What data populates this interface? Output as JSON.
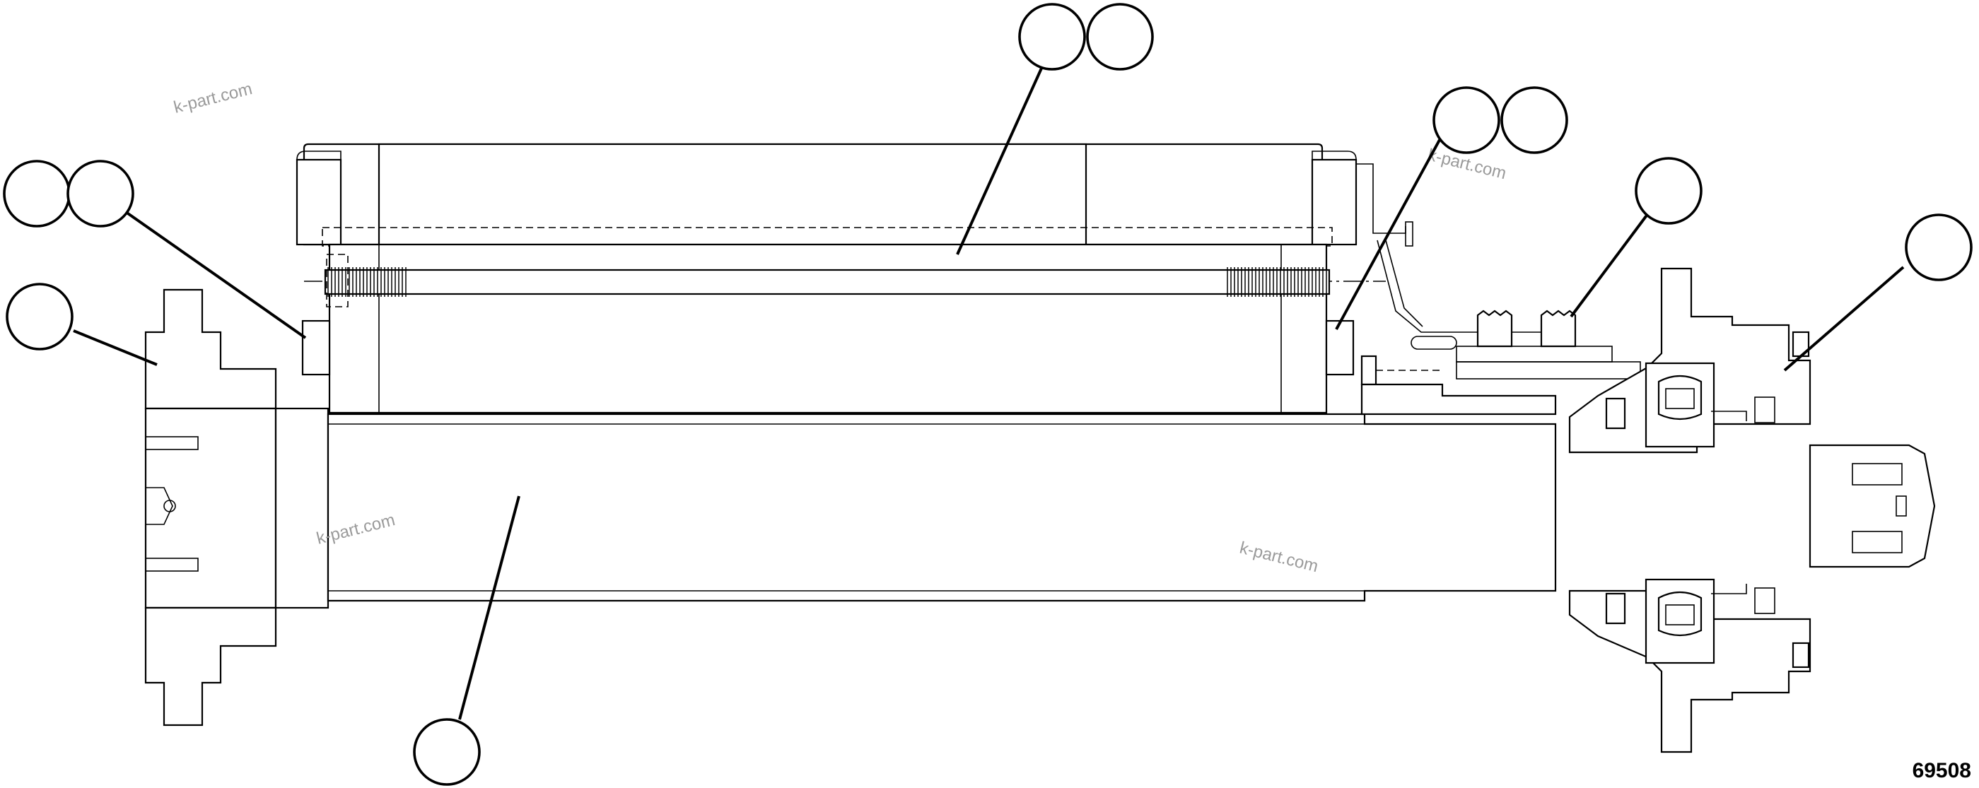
{
  "figure_number": "69508",
  "watermarks": [
    "k-part.com",
    "k-part.com",
    "k-part.com",
    "k-part.com"
  ],
  "callouts": [
    {
      "part": "housing-flange",
      "label": ""
    },
    {
      "part": "left-bearing-a",
      "label": ""
    },
    {
      "part": "left-bearing-b",
      "label": ""
    },
    {
      "part": "drum-tube-a",
      "label": ""
    },
    {
      "part": "drum-tube-b",
      "label": ""
    },
    {
      "part": "right-seal-a",
      "label": ""
    },
    {
      "part": "right-seal-b",
      "label": ""
    },
    {
      "part": "gear-ring",
      "label": ""
    },
    {
      "part": "output-bearing-housing",
      "label": ""
    },
    {
      "part": "main-shaft",
      "label": ""
    }
  ]
}
